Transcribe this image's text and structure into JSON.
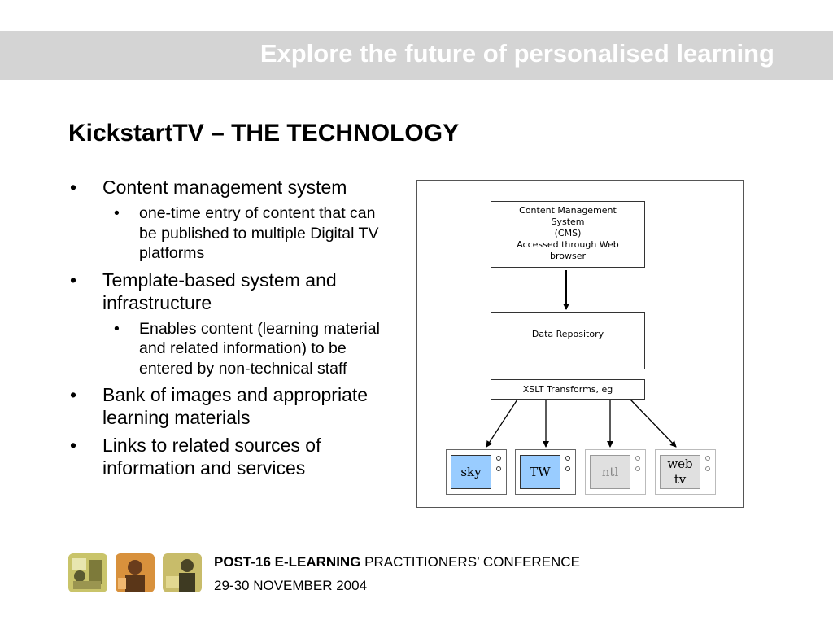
{
  "header": {
    "banner_text": "Explore the future of personalised learning"
  },
  "slide": {
    "title": "KickstartTV – THE TECHNOLOGY",
    "bullets": [
      {
        "text": "Content management system",
        "sub": [
          "one-time entry of content that can be published to multiple Digital TV platforms"
        ]
      },
      {
        "text": "Template-based system and infrastructure",
        "sub": [
          "Enables content (learning material and related information) to be entered by non-technical staff"
        ]
      },
      {
        "text": "Bank of images and appropriate learning materials",
        "sub": []
      },
      {
        "text": "Links to related sources of information and services",
        "sub": []
      }
    ]
  },
  "diagram": {
    "cms_lines": [
      "Content Management",
      "System",
      "(CMS)",
      "Accessed through Web",
      "browser"
    ],
    "repository": "Data Repository",
    "xslt": "XSLT Transforms, eg",
    "platforms": [
      {
        "label": "sky",
        "fill": "#99ccff"
      },
      {
        "label": "TW",
        "fill": "#99ccff"
      },
      {
        "label": "ntl",
        "fill": "#e0e0e0"
      },
      {
        "label_lines": [
          "web",
          "tv"
        ],
        "fill": "#e0e0e0"
      }
    ]
  },
  "footer": {
    "conference_bold": "POST-16 E-LEARNING",
    "conference_rest": " PRACTITIONERS’ CONFERENCE",
    "dates": "29-30 NOVEMBER 2004"
  },
  "colors": {
    "banner": "#d4d4d4",
    "screen_active": "#99ccff",
    "screen_inactive": "#e0e0e0"
  }
}
